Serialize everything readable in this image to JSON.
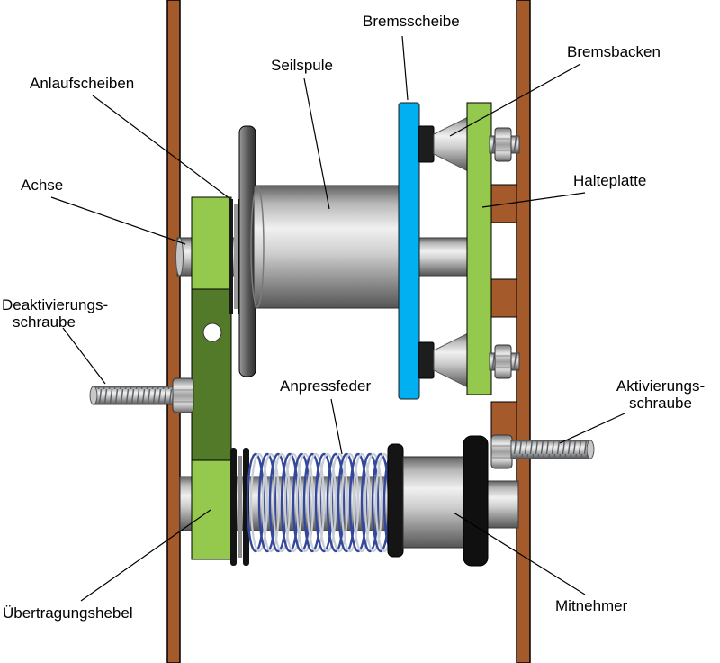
{
  "diagram": {
    "labels": {
      "bremsscheibe": "Bremsscheibe",
      "bremsbacken": "Bremsbacken",
      "seilspule": "Seilspule",
      "anlaufscheiben": "Anlaufscheiben",
      "achse": "Achse",
      "halteplatte": "Halteplatte",
      "deaktivierungsschraube": {
        "line1": "Deaktivierungs-",
        "line2": "schraube"
      },
      "anpressfeder": "Anpressfeder",
      "aktivierungsschraube": {
        "line1": "Aktivierungs-",
        "line2": "schraube"
      },
      "uebertragungshebel": "Übertragungshebel",
      "mitnehmer": "Mitnehmer"
    },
    "colors": {
      "wood_brown": "#A55A2B",
      "light_green": "#94C94E",
      "dark_green": "#527A28",
      "brake_disc_cyan": "#00B0F0",
      "spring_blue": "#33479B"
    }
  }
}
